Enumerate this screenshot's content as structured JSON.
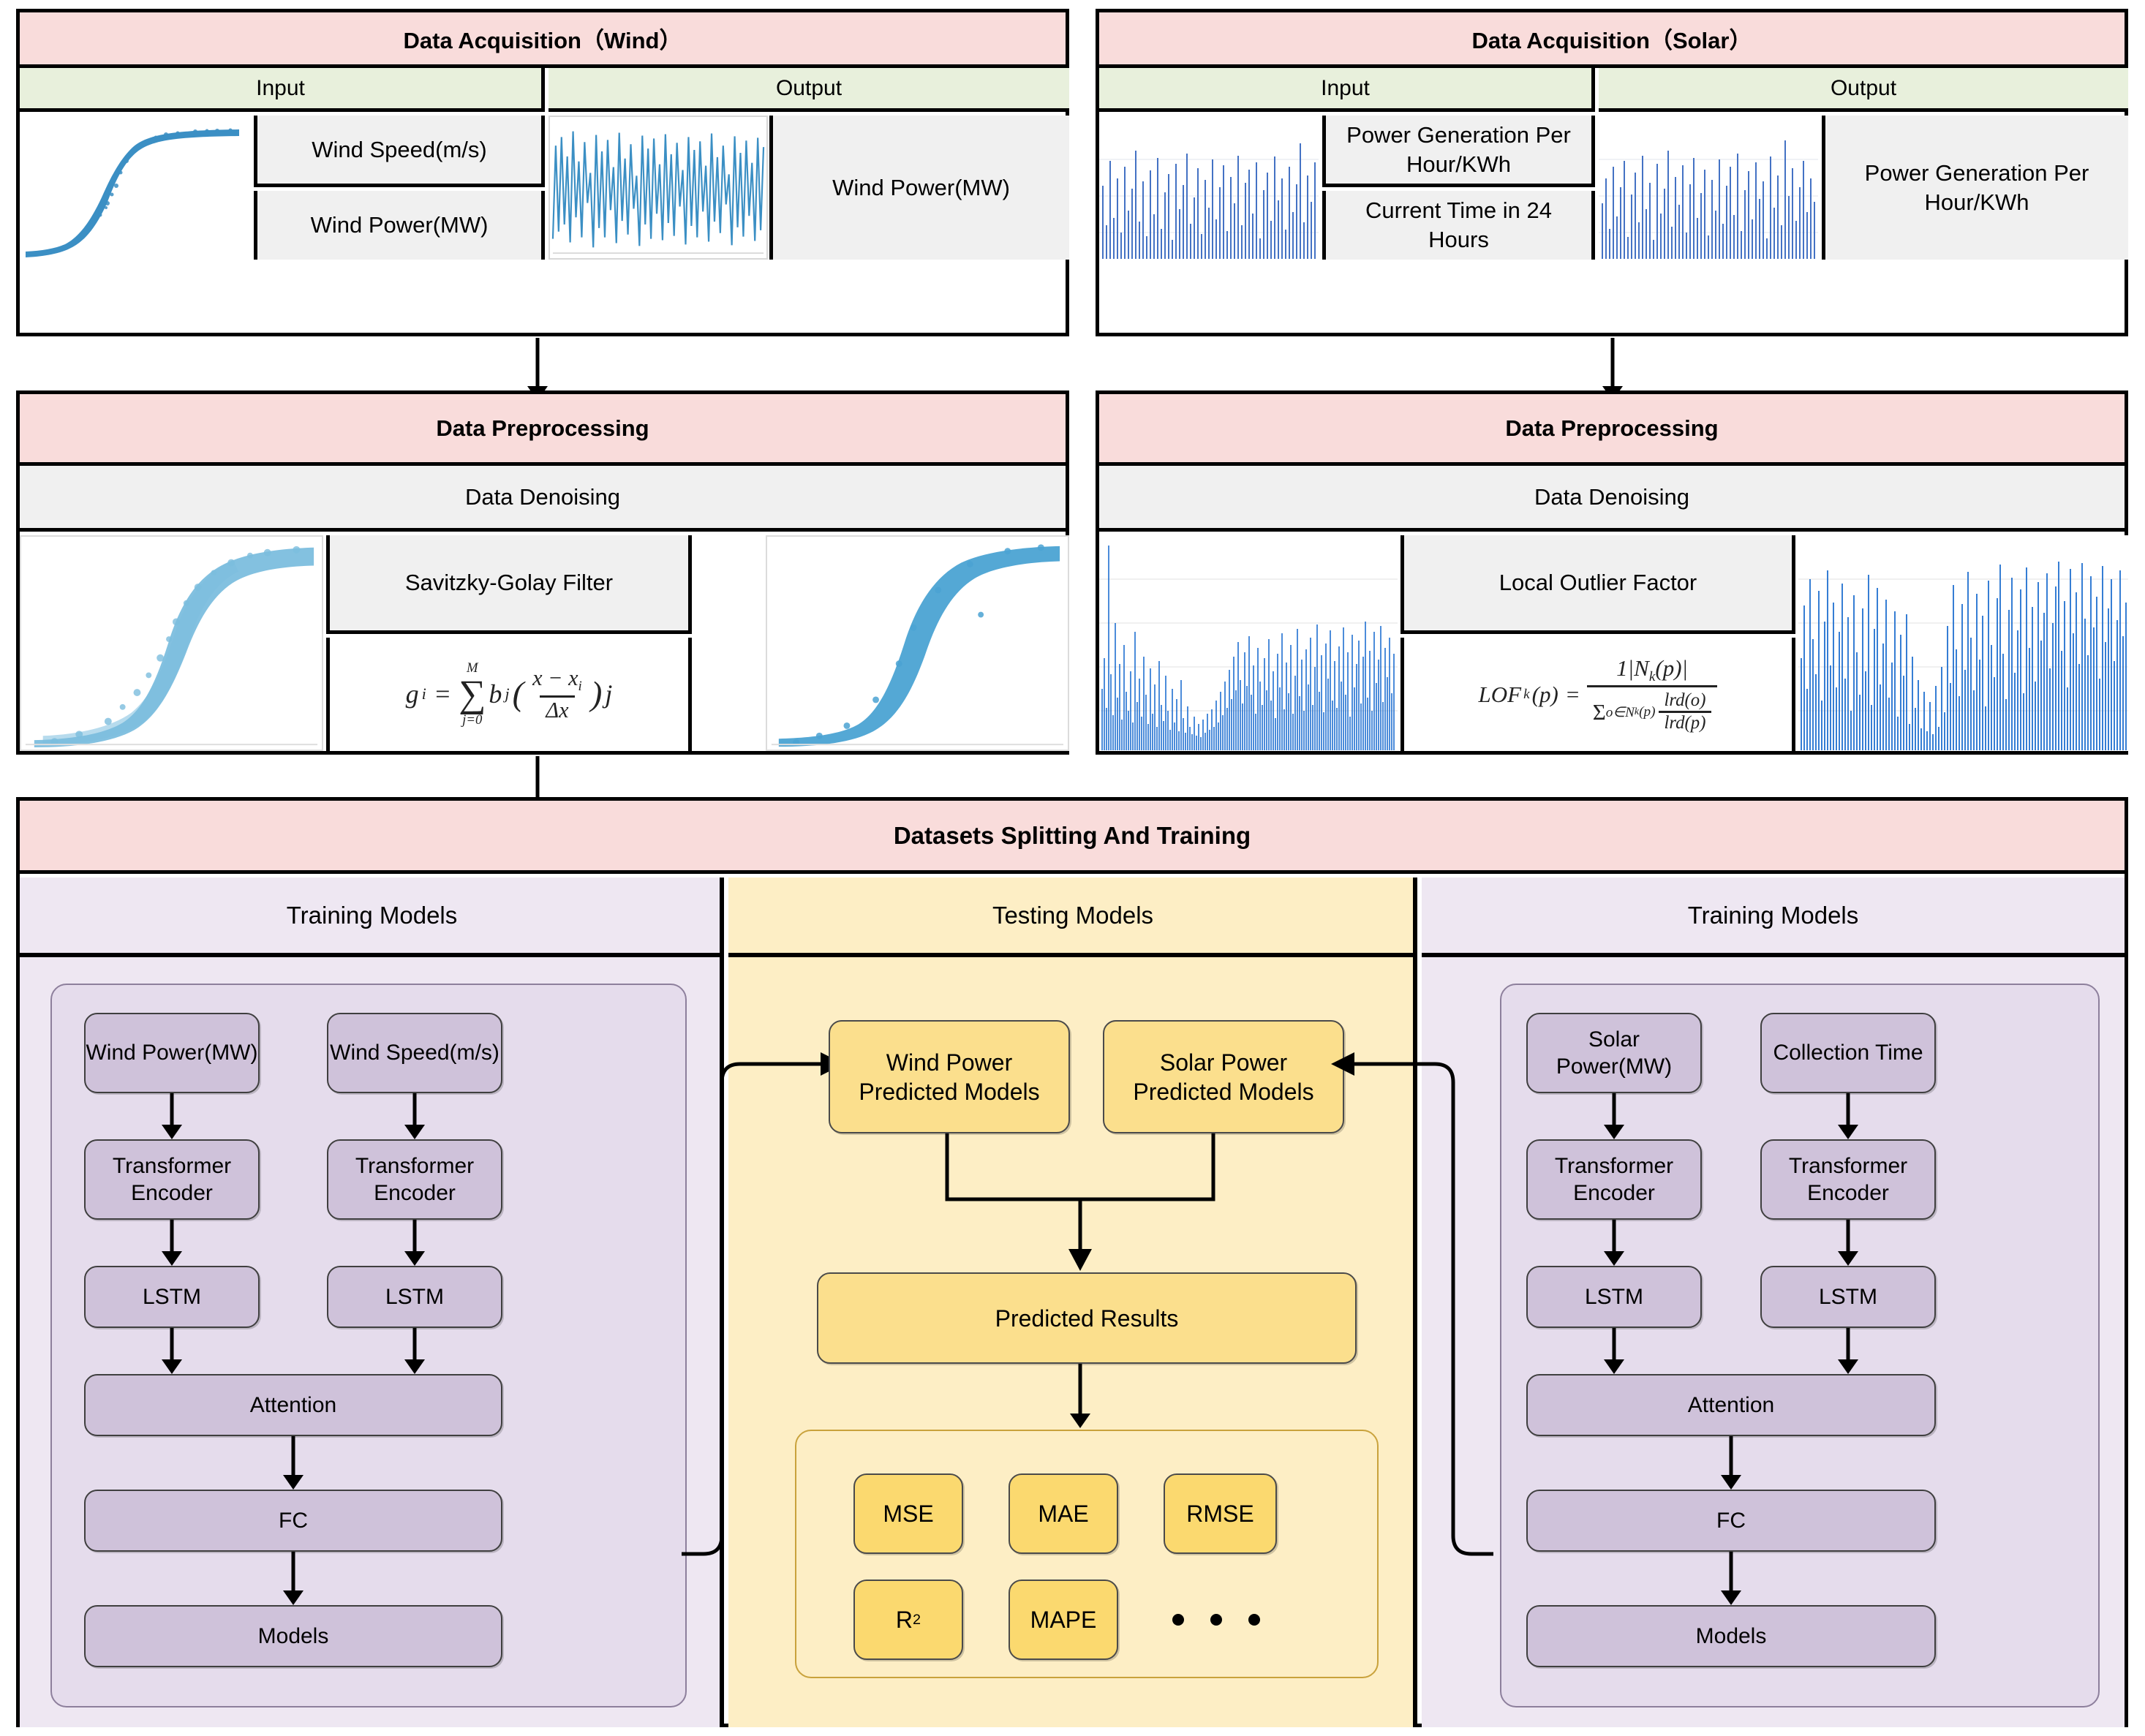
{
  "wind_acquisition": {
    "title": "Data Acquisition（Wind）",
    "input_header": "Input",
    "output_header": "Output",
    "input_labels": [
      "Wind Speed(m/s)",
      "Wind Power(MW)"
    ],
    "output_label": "Wind Power(MW)",
    "input_plot_name": "wind-power-curve-scatter",
    "output_plot_name": "wind-power-timeseries"
  },
  "solar_acquisition": {
    "title": "Data Acquisition（Solar）",
    "input_header": "Input",
    "output_header": "Output",
    "input_labels": [
      "Power Generation Per Hour/KWh",
      "Current Time in 24 Hours"
    ],
    "output_label": "Power Generation Per Hour/KWh",
    "input_plot_name": "solar-generation-timeseries",
    "output_plot_name": "solar-generation-timeseries-output"
  },
  "wind_preprocessing": {
    "title": "Data Preprocessing",
    "subtitle": "Data Denoising",
    "method": "Savitzky-Golay Filter",
    "formula_plain": "g_i = sum_{j=0}^{M} b_j ( (x - x_i) / (Δx) ) j",
    "formula_parts": {
      "lhs": "g",
      "lhs_sub": "i",
      "eq": "=",
      "sum_upper": "M",
      "sum_lower": "j=0",
      "coef": "b",
      "coef_sub": "j",
      "num": "x − x",
      "num_sub": "i",
      "den": "Δx",
      "tail": "j"
    },
    "before_plot_name": "wind-noisy-scatter",
    "after_plot_name": "wind-denoised-scatter"
  },
  "solar_preprocessing": {
    "title": "Data Preprocessing",
    "subtitle": "Data Denoising",
    "method": "Local Outlier Factor",
    "formula_plain": "LOF_k(p) = 1|N_k(p)| / sum_{o in N_k(p)} ( lrd(o) / lrd(p) )",
    "formula_parts": {
      "lhs": "LOF",
      "lhs_sub": "k",
      "lhs_arg": "(p)",
      "eq": "=",
      "num": "1|N",
      "num_sub": "k",
      "num_tail": "(p)|",
      "sum": "Σ",
      "sum_sub": "o∈N",
      "sum_sub2": "k",
      "sum_sub3": "(p)",
      "inner_num": "lrd(o)",
      "inner_den": "lrd(p)"
    },
    "before_plot_name": "solar-noisy-timeseries",
    "after_plot_name": "solar-denoised-timeseries"
  },
  "splitting": {
    "title": "Datasets Splitting And Training",
    "left_column_title": "Training Models",
    "center_column_title": "Testing Models",
    "right_column_title": "Training Models"
  },
  "wind_pipeline": {
    "inputs": [
      "Wind Power(MW)",
      "Wind Speed(m/s)"
    ],
    "encoders": [
      "Transformer Encoder",
      "Transformer Encoder"
    ],
    "lstms": [
      "LSTM",
      "LSTM"
    ],
    "attention": "Attention",
    "fc": "FC",
    "models": "Models"
  },
  "solar_pipeline": {
    "inputs": [
      "Solar Power(MW)",
      "Collection Time"
    ],
    "encoders": [
      "Transformer Encoder",
      "Transformer Encoder"
    ],
    "lstms": [
      "LSTM",
      "LSTM"
    ],
    "attention": "Attention",
    "fc": "FC",
    "models": "Models"
  },
  "testing": {
    "wind_predicted": "Wind Power Predicted Models",
    "solar_predicted": "Solar Power Predicted Models",
    "predicted_results": "Predicted Results",
    "metrics_row1": [
      "MSE",
      "MAE",
      "RMSE"
    ],
    "metrics_row2": [
      "R",
      "MAPE"
    ],
    "r2_superscript": "2",
    "ellipsis": "• • •"
  },
  "colors": {
    "header_pink": "#f9dcdb",
    "header_green": "#e8f0dc",
    "cell_grey": "#f0f0f0",
    "train_panel": "#eee7f2",
    "test_panel": "#fdeec5",
    "node_purple": "#cfc2da",
    "node_yellow": "#fbdf8d",
    "node_yellow_deep": "#fbd96f",
    "stroke": "#000000",
    "plot_blue": "#3b8fc4",
    "plot_blue_light": "#7cbede",
    "plot_blue_solar": "#4472c4"
  }
}
